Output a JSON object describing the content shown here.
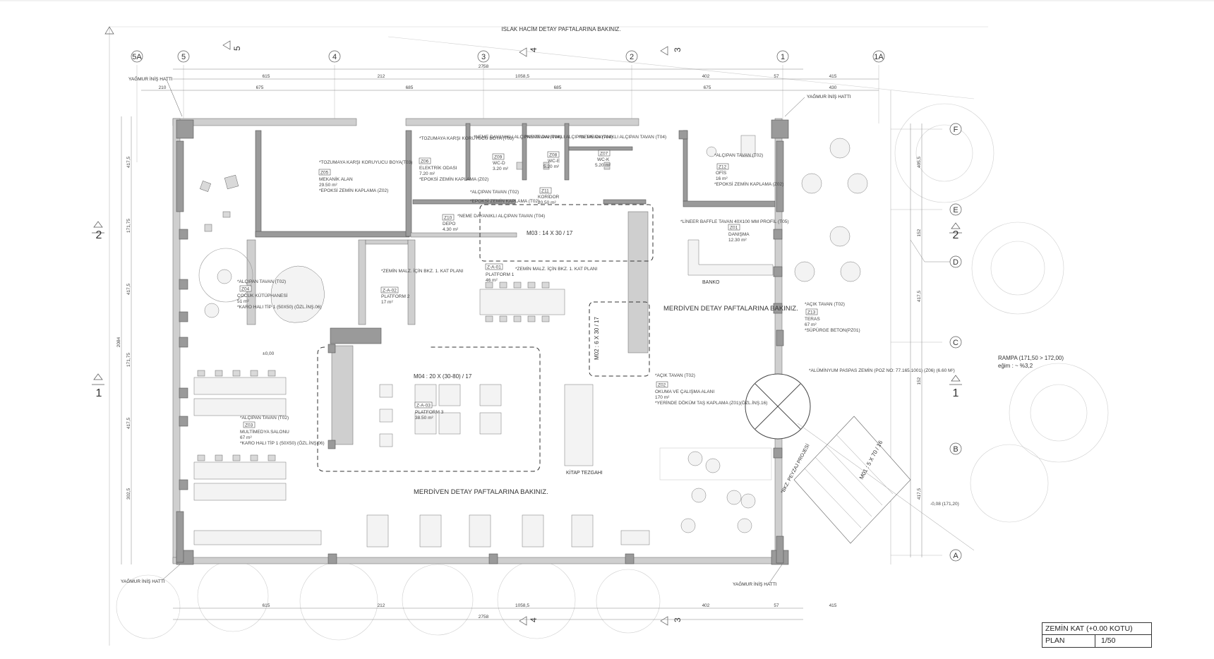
{
  "top_note": "ISLAK HACİM DETAY PAFTALARINA BAKINIZ.",
  "grid_columns": [
    "5A",
    "5",
    "4",
    "3",
    "2",
    "1",
    "1A"
  ],
  "grid_rows": [
    "F",
    "E",
    "D",
    "C",
    "B",
    "A"
  ],
  "section_markers": {
    "s5": "5",
    "s4": "4",
    "s3": "3",
    "s2": "2",
    "s1": "1"
  },
  "rain_lines": {
    "top_left": "YAĞMUR İNİŞ HATTI",
    "top_right": "YAĞMUR İNİŞ HATTI",
    "bottom_left": "YAĞMUR İNİŞ HATTI",
    "bottom_right": "YAĞMUR İNİŞ HATTI"
  },
  "dimensions": {
    "top_overall": "2758",
    "top_parts": [
      "615",
      "212",
      "1058,5",
      "402",
      "57",
      "415"
    ],
    "top_row2": [
      "210",
      "675",
      "685",
      "685",
      "675",
      "430"
    ],
    "bottom_overall": "2758",
    "bottom_parts": [
      "615",
      "212",
      "1058,5",
      "402",
      "57",
      "415"
    ],
    "left_overall": "2084",
    "left_parts": [
      "417,5",
      "171,75",
      "417,5",
      "171,75",
      "417,5",
      "302,5"
    ],
    "right_parts": [
      "405,5",
      "152",
      "417,5",
      "152",
      "417,5"
    ]
  },
  "rooms": {
    "z05": {
      "note": "*TOZUMAYA KARŞI KORUYUCU BOYA(T03)",
      "code": "Z05",
      "name": "MEKANİK ALAN",
      "area": "29.50 m²",
      "finish": "*EPOKSİ ZEMİN KAPLAMA (Z02)"
    },
    "z06": {
      "note": "*TOZUMAYA KARŞI KORUYUCU BOYA (T03)",
      "code": "Z06",
      "name": "ELEKTRİK ODASI",
      "area": "7.20 m²",
      "finish": "*EPOKSİ ZEMİN KAPLAMA (Z02)"
    },
    "z09": {
      "note": "*NEME DAYANIKLI ALÇIPAN TAVAN (T04)",
      "code": "Z09",
      "name": "WC-D",
      "area": "3.20 m²"
    },
    "z08": {
      "note": "*NEME DAYANIKLI ALÇIPAN TAVAN (T04)",
      "code": "Z08",
      "name": "WC-E",
      "area": "5.20 m²"
    },
    "z07": {
      "note": "*NEME DAYANIKLI ALÇIPAN TAVAN (T04)",
      "code": "Z07",
      "name": "WC-K",
      "area": "5.20 m²"
    },
    "z11": {
      "ceiling": "*ALÇIPAN TAVAN (T02)",
      "code": "Z11",
      "name": "KORİDOR",
      "area": "20.50 m²",
      "finish": "*EPOKSİ ZEMİN KAPLAMA (T02)"
    },
    "z10": {
      "code": "Z10",
      "name": "DEPO",
      "area": "4.30 m²",
      "note": "*NEME DAYANIKLI ALÇIPAN TAVAN (T04)"
    },
    "z12": {
      "ceiling": "*ALÇIPAN TAVAN (T02)",
      "code": "Z12",
      "name": "OFİS",
      "area": "16 m²",
      "finish": "*EPOKSİ ZEMİN KAPLAMA (Z02)"
    },
    "z01": {
      "ceiling": "*LİNEER BAFFLE TAVAN 40X100 MM PROFİL (T05)",
      "code": "Z01",
      "name": "DANIŞMA",
      "area": "12.30 m²"
    },
    "z04": {
      "ceiling": "*ALÇIPAN TAVAN (T02)",
      "code": "Z04",
      "name": "ÇOCUK KÜTÜPHANESİ",
      "area": "51 m²",
      "finish": "*KARO HALI TİP 1 (50X50) (ÖZL.İNŞ.06)"
    },
    "za02": {
      "note": "*ZEMİN MALZ. İÇİN BKZ. 1. KAT PLANI",
      "code": "Z-A-02",
      "name": "PLATFORM 2",
      "area": "17 m²"
    },
    "za01": {
      "code": "Z-A-01",
      "note": "*ZEMİN MALZ. İÇİN BKZ. 1. KAT PLANI",
      "name": "PLATFORM 1",
      "area": "46 m²"
    },
    "za03": {
      "code": "Z-A-03",
      "name": "PLATFORM 3",
      "area": "38.50 m²"
    },
    "z03": {
      "ceiling": "*ALÇIPAN TAVAN (T02)",
      "code": "Z03",
      "name": "MULTİMEDYA SALONU",
      "area": "67 m²",
      "finish": "*KARO HALI TİP 1 (50X50) (ÖZL.İNŞ.06)"
    },
    "z02": {
      "ceiling": "*AÇIK TAVAN (T02)",
      "code": "Z02",
      "name": "OKUMA VE ÇALIŞMA ALANI",
      "area": "170 m²",
      "finish": "*YERİNDE DÖKÜM TAŞ KAPLAMA (Z01)(ÖZL.İNŞ.16)"
    },
    "z13": {
      "ceiling": "*AÇIK TAVAN (T02)",
      "code": "Z13",
      "name": "TERAS",
      "area": "67 m²",
      "finish": "*SÜPÜRGE BETON(PZ01)"
    }
  },
  "stairs": {
    "m03": "M03 : 14 X 30 / 17",
    "m04": "M04 : 20 X (30-80) / 17",
    "m02": "M02 : 6 X 30 / 17",
    "m01": "M01 : 5 X 70 / 16"
  },
  "notes": {
    "merdiven_right": "MERDİVEN DETAY PAFTALARINA BAKINIZ.",
    "merdiven_bottom": "MERDİVEN DETAY PAFTALARINA BAKINIZ.",
    "banko": "BANKO",
    "kitap_tezgahi": "KİTAP TEZGAHI",
    "peyzaj": "*BKZ. PEYZAJ PROJESİ",
    "aluminyum": "*ALÜMİNYUM PASPAS ZEMİN (POZ NO: 77.165.1001) (Z06) (6.60 M²)",
    "rampa": "RAMPA (171,50 > 172,00)",
    "egim": "eğim : ~ %3,2",
    "level_main": "±0,00",
    "level_ramp": "-0,08 (171,20)"
  },
  "title_block": {
    "title": "ZEMİN KAT (+0.00 KOTU)",
    "label": "PLAN",
    "scale": "1/50"
  }
}
